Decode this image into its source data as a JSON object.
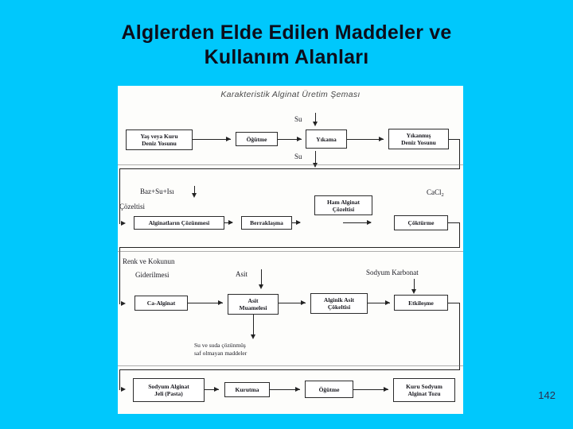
{
  "slide": {
    "title_line1": "Alglerden Elde Edilen Maddeler ve",
    "title_line2": "Kullanım Alanları",
    "page_number": "142",
    "background_color": "#00c8fc",
    "title_color": "#0d0d1a"
  },
  "figure": {
    "heading": "Karakteristik Alginat Üretim Şeması",
    "rows": [
      {
        "row": 1,
        "nodes": [
          {
            "id": "yas-veya-kuru-deniz-yosunu",
            "label": "Yaş veya Kuru\nDeniz Yosunu"
          },
          {
            "id": "ogutme-1",
            "label": "Öğütme"
          },
          {
            "id": "yikama",
            "label": "Yıkama"
          },
          {
            "id": "yikanmis-deniz-yosunu",
            "label": "Yıkanmış\nDeniz Yosunu"
          }
        ],
        "labels": [
          {
            "id": "su-top",
            "text": "Su"
          },
          {
            "id": "su-bottom",
            "text": "Su"
          }
        ]
      },
      {
        "row": 2,
        "nodes": [
          {
            "id": "alginatlarin-cozunmesi",
            "label": "Alginatların Çözünmesi"
          },
          {
            "id": "berraklasma",
            "label": "Berraklaşma"
          },
          {
            "id": "ham-alginat-cozeltisi",
            "label": "Ham Alginat\nÇözeltisi"
          },
          {
            "id": "cokturme",
            "label": "Çöktürme"
          }
        ],
        "labels": [
          {
            "id": "baz-su-isi",
            "text": "Baz+Su+Isı"
          },
          {
            "id": "cozeltisi",
            "text": "Çözeltisi"
          },
          {
            "id": "cacl2",
            "text": "CaCl",
            "subscript": "2"
          }
        ]
      },
      {
        "row": 3,
        "nodes": [
          {
            "id": "ca-alginat",
            "label": "Ca-Alginat"
          },
          {
            "id": "asit-muamelesi",
            "label": "Asit\nMuamelesi"
          },
          {
            "id": "alginik-asit-cokeltisi",
            "label": "Alginik Asit\nÇökeltisi"
          },
          {
            "id": "etkilesme",
            "label": "Etkileşme"
          }
        ],
        "labels": [
          {
            "id": "renk-ve-kokunun",
            "text": "Renk ve Kokunun"
          },
          {
            "id": "giderilmesi",
            "text": "Giderilmesi"
          },
          {
            "id": "asit",
            "text": "Asit"
          },
          {
            "id": "sodyum-karbonat",
            "text": "Sodyum Karbonat"
          }
        ]
      },
      {
        "row": 4,
        "nodes": [
          {
            "id": "sodyum-alginat-jeli",
            "label": "Sodyum Alginat\nJeli (Pasta)"
          },
          {
            "id": "kurutma",
            "label": "Kurutma"
          },
          {
            "id": "ogutme-2",
            "label": "Öğütme"
          },
          {
            "id": "kuru-sodyum-alginat-tozu",
            "label": "Kuru Sodyum\nAlginat Tozu"
          }
        ],
        "labels": [
          {
            "id": "atik-maddeler",
            "text": "Su ve suda çözünmüş\nsaf olmayan maddeler"
          }
        ]
      }
    ]
  }
}
